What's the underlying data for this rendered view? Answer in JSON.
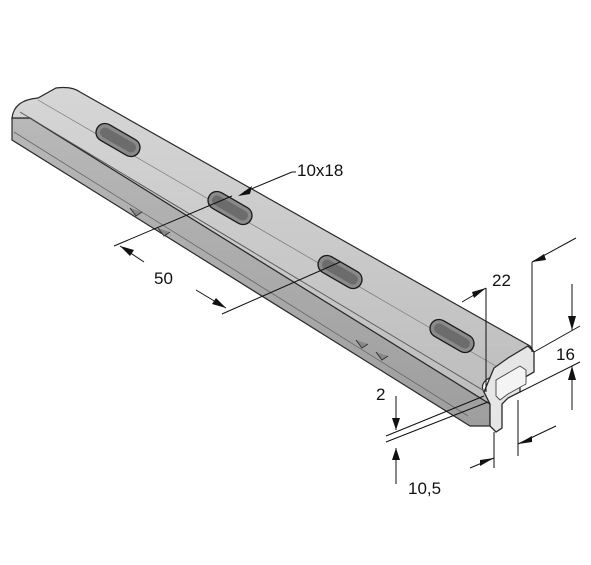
{
  "dimensions": {
    "slot": "10x18",
    "pitch": "50",
    "width": "22",
    "height": "16",
    "thickness": "2",
    "opening": "10,5"
  },
  "colors": {
    "top_face": "#c9c9c9",
    "side_face": "#b3b3b3",
    "edge": "#2a2a2a",
    "end_face": "#e8e8e8"
  }
}
